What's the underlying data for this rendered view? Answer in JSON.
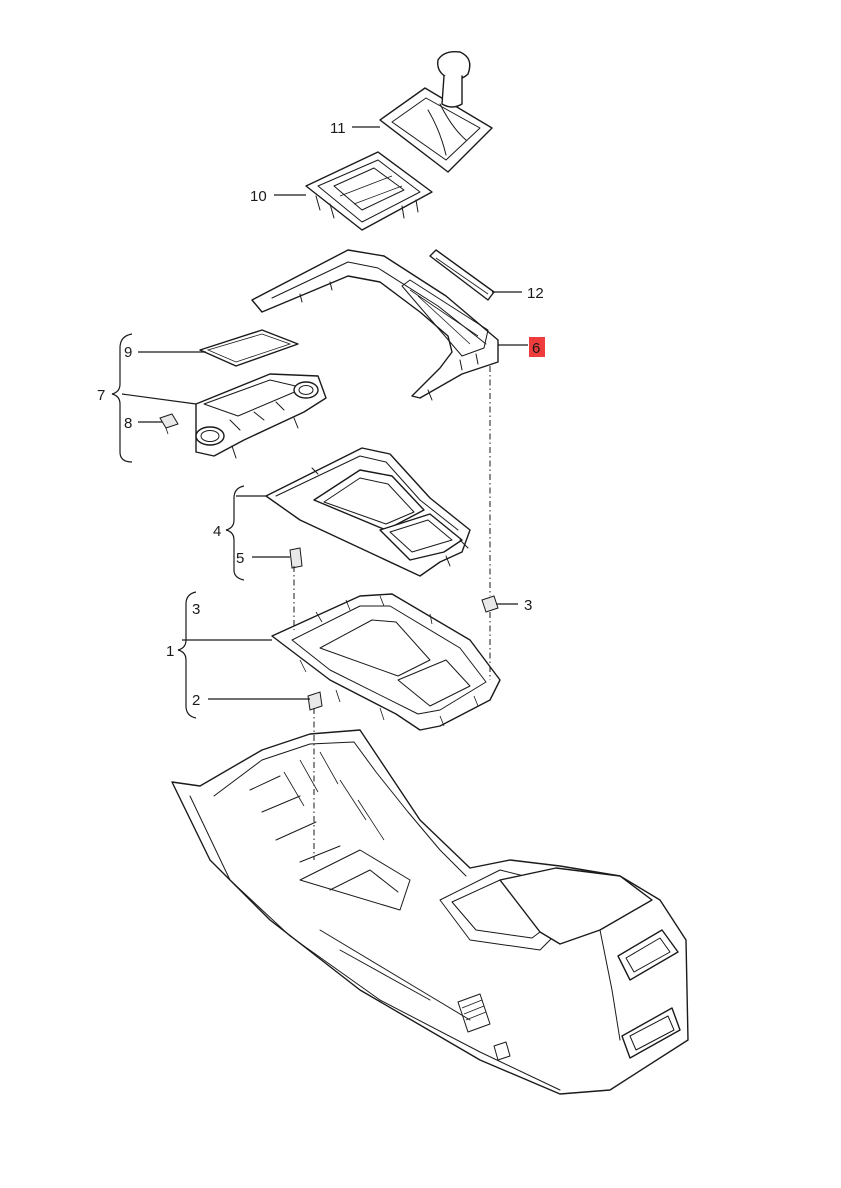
{
  "callouts": {
    "c1": "1",
    "c2": "2",
    "c3a": "3",
    "c3b": "3",
    "c4": "4",
    "c5": "5",
    "c6": "6",
    "c7": "7",
    "c8": "8",
    "c9": "9",
    "c10": "10",
    "c11": "11",
    "c12": "12"
  },
  "colors": {
    "line": "#1a1a1a",
    "highlight": "#ee3b3b",
    "background": "#ffffff"
  }
}
